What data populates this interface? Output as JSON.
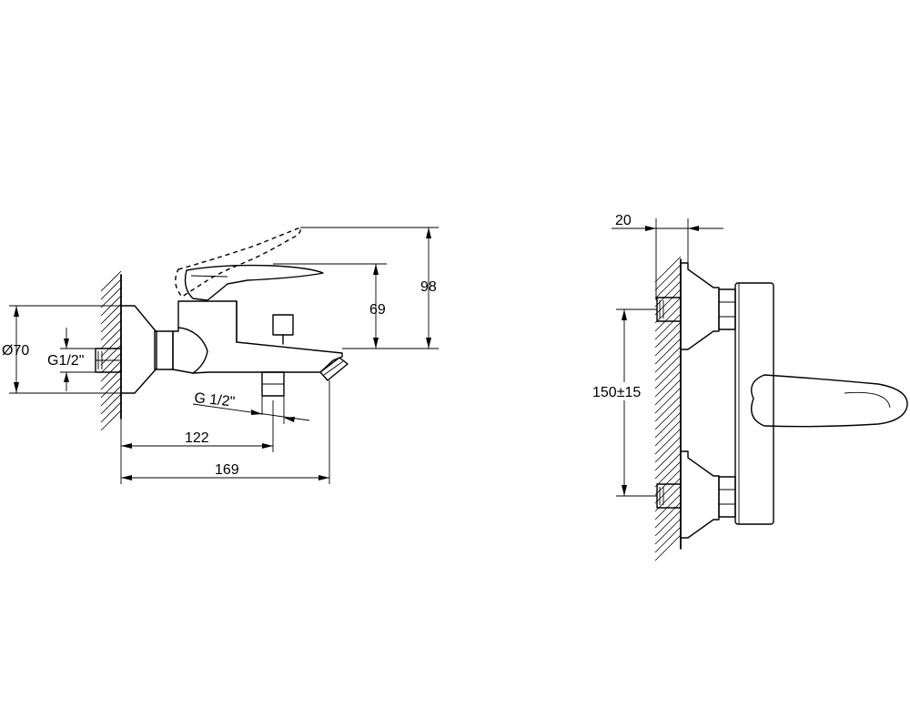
{
  "side_view": {
    "dim_diameter": "Ø70",
    "dim_inlet_thread": "G1/2\"",
    "dim_outlet_thread": "G 1/2\"",
    "dim_height_body": "69",
    "dim_height_total": "98",
    "dim_outlet_distance": "122",
    "dim_total_depth": "169"
  },
  "front_view": {
    "dim_wall_offset": "20",
    "dim_center_distance": "150±15"
  }
}
